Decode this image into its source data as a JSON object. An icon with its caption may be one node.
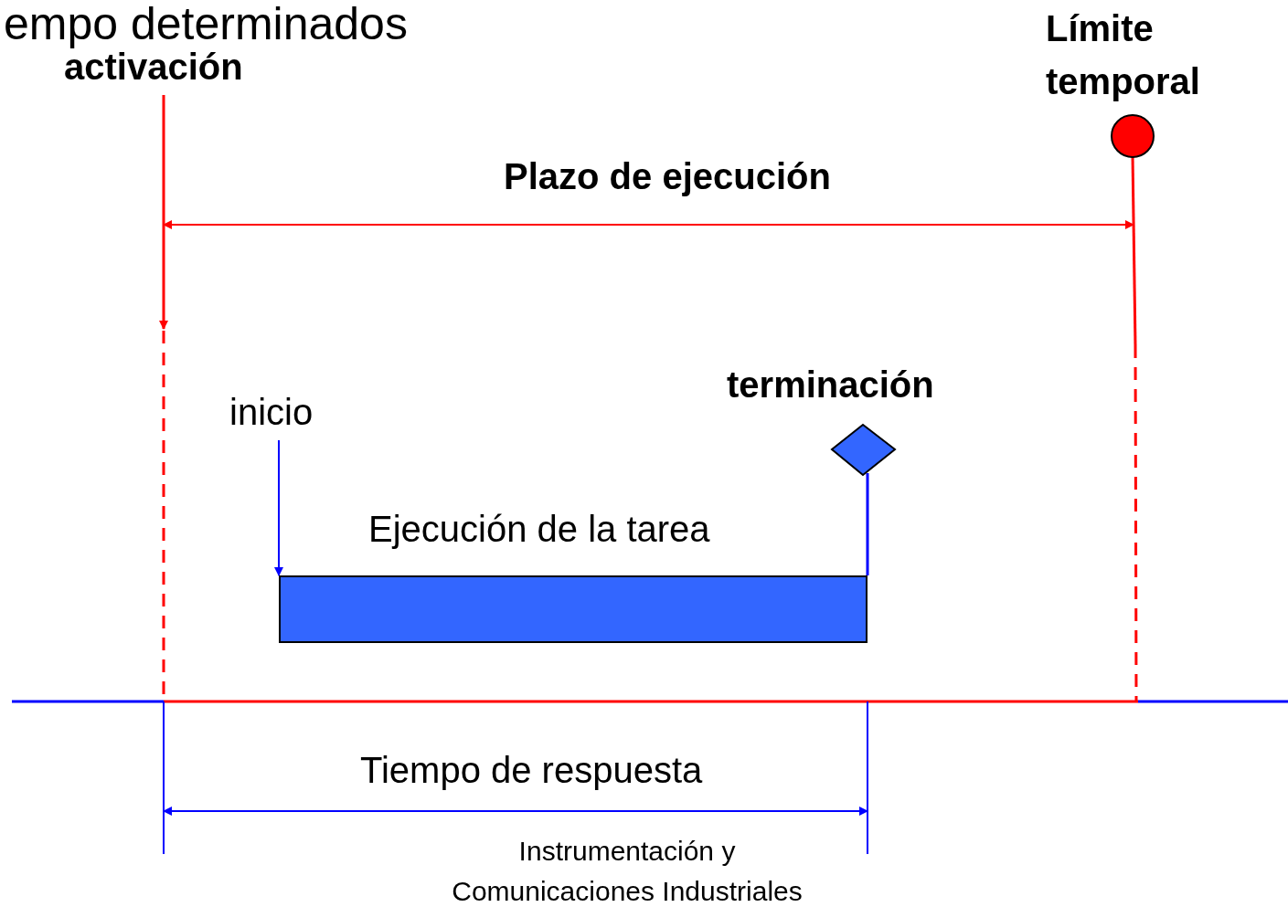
{
  "diagram": {
    "nodes": [
      {
        "text": [
          "activación"
        ]
      },
      {
        "text": [
          "inicio"
        ]
      },
      {
        "text": [],
        "shape": "bar",
        "beside": [
          "Ejecución de la tarea"
        ]
      }
    ],
    "edges": [
      {
        "from": 0,
        "to": null,
        "arrow": "to",
        "color": "#ff0000"
      },
      {
        "from": 1,
        "to": 2,
        "arrow": "to",
        "color": "#0000ff"
      }
    ],
    "labels": [
      "empo determinados",
      "Límite temporal",
      "Plazo de ejecución",
      "terminación",
      "Tiempo de respuesta",
      "Instrumentación y Comunicaciones Industriales"
    ]
  }
}
